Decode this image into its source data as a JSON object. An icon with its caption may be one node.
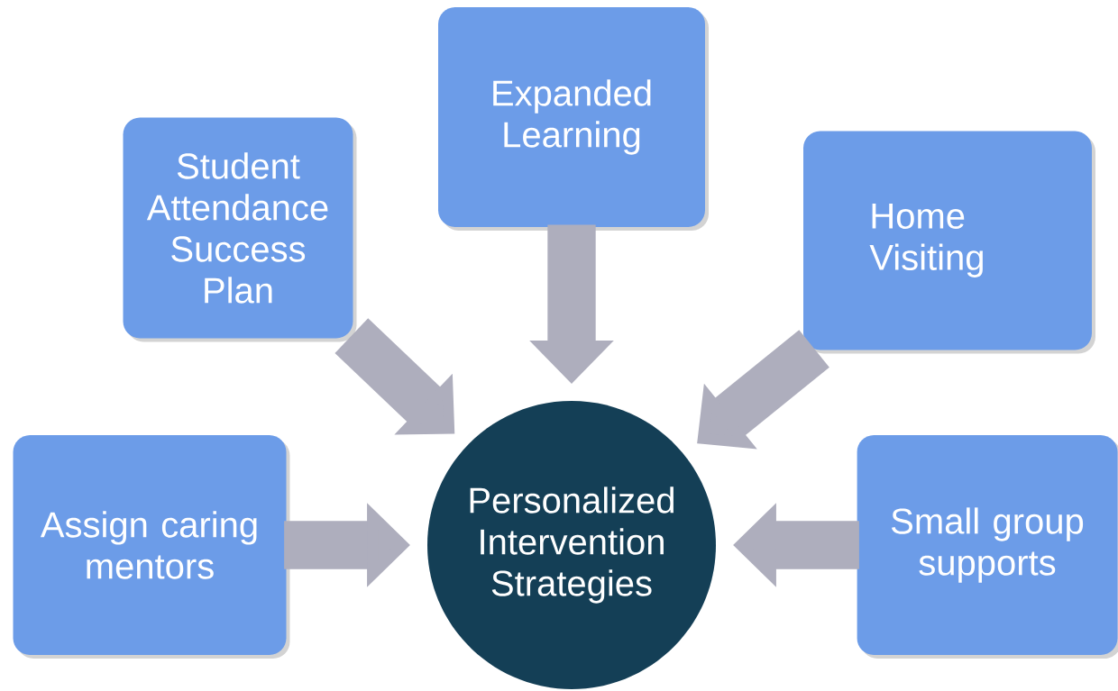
{
  "diagram": {
    "nodes": [
      {
        "text": [
          "Student Attendance Success Plan"
        ]
      },
      {
        "text": [
          "Expanded Learning"
        ]
      },
      {
        "text": [
          "Home Visiting"
        ]
      },
      {
        "text": [
          "Assign caring mentors"
        ]
      },
      {
        "text": [
          "Personalized Intervention Strategies"
        ]
      },
      {
        "text": [
          "Small group supports"
        ]
      }
    ],
    "edges": [
      {
        "from": 0,
        "to": 4,
        "arrow": "to"
      },
      {
        "from": 1,
        "to": 4,
        "arrow": "to"
      },
      {
        "from": 2,
        "to": 4,
        "arrow": "to"
      },
      {
        "from": 3,
        "to": 4,
        "arrow": "to"
      },
      {
        "from": 5,
        "to": 4,
        "arrow": "to"
      }
    ]
  }
}
